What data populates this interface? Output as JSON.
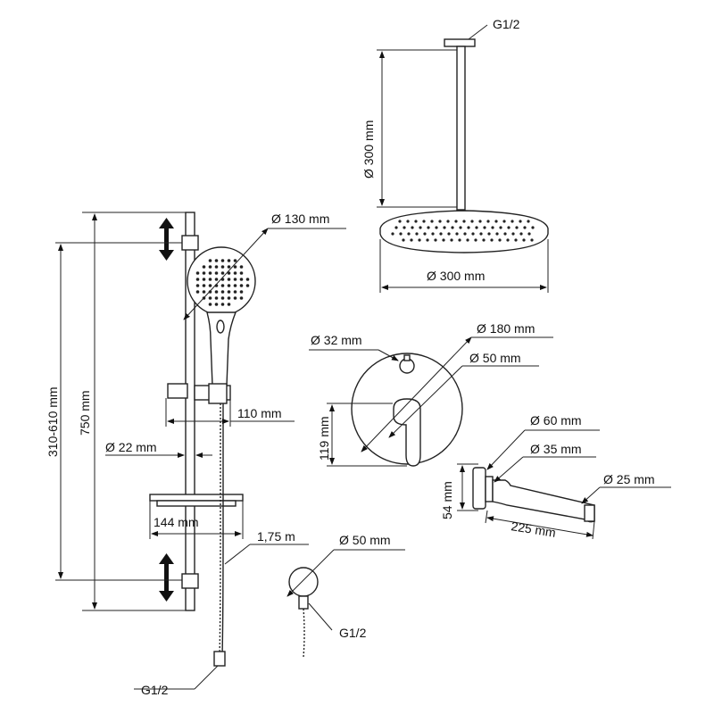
{
  "labels": {
    "ceiling_thread": "G1/2",
    "ceiling_arm_length": "Ø 300 mm",
    "rain_head_diameter": "Ø 300 mm",
    "hand_shower_diameter": "Ø 130 mm",
    "adjust_range": "310-610 mm",
    "rail_height": "750 mm",
    "holder_projection": "110 mm",
    "rail_diameter": "Ø 22 mm",
    "soap_dish_width": "144 mm",
    "hose_length": "1,75 m",
    "hose_thread": "G1/2",
    "outlet_diameter": "Ø 50 mm",
    "outlet_thread": "G1/2",
    "knob_diameter": "Ø 32 mm",
    "plate_diameter": "Ø 180 mm",
    "handle_diameter": "Ø 50 mm",
    "plate_height": "119 mm",
    "spout_rosette_diameter": "Ø 60 mm",
    "spout_base_diameter": "Ø 35 mm",
    "spout_height": "54 mm",
    "spout_tip_diameter": "Ø 25 mm",
    "spout_length": "225 mm"
  }
}
